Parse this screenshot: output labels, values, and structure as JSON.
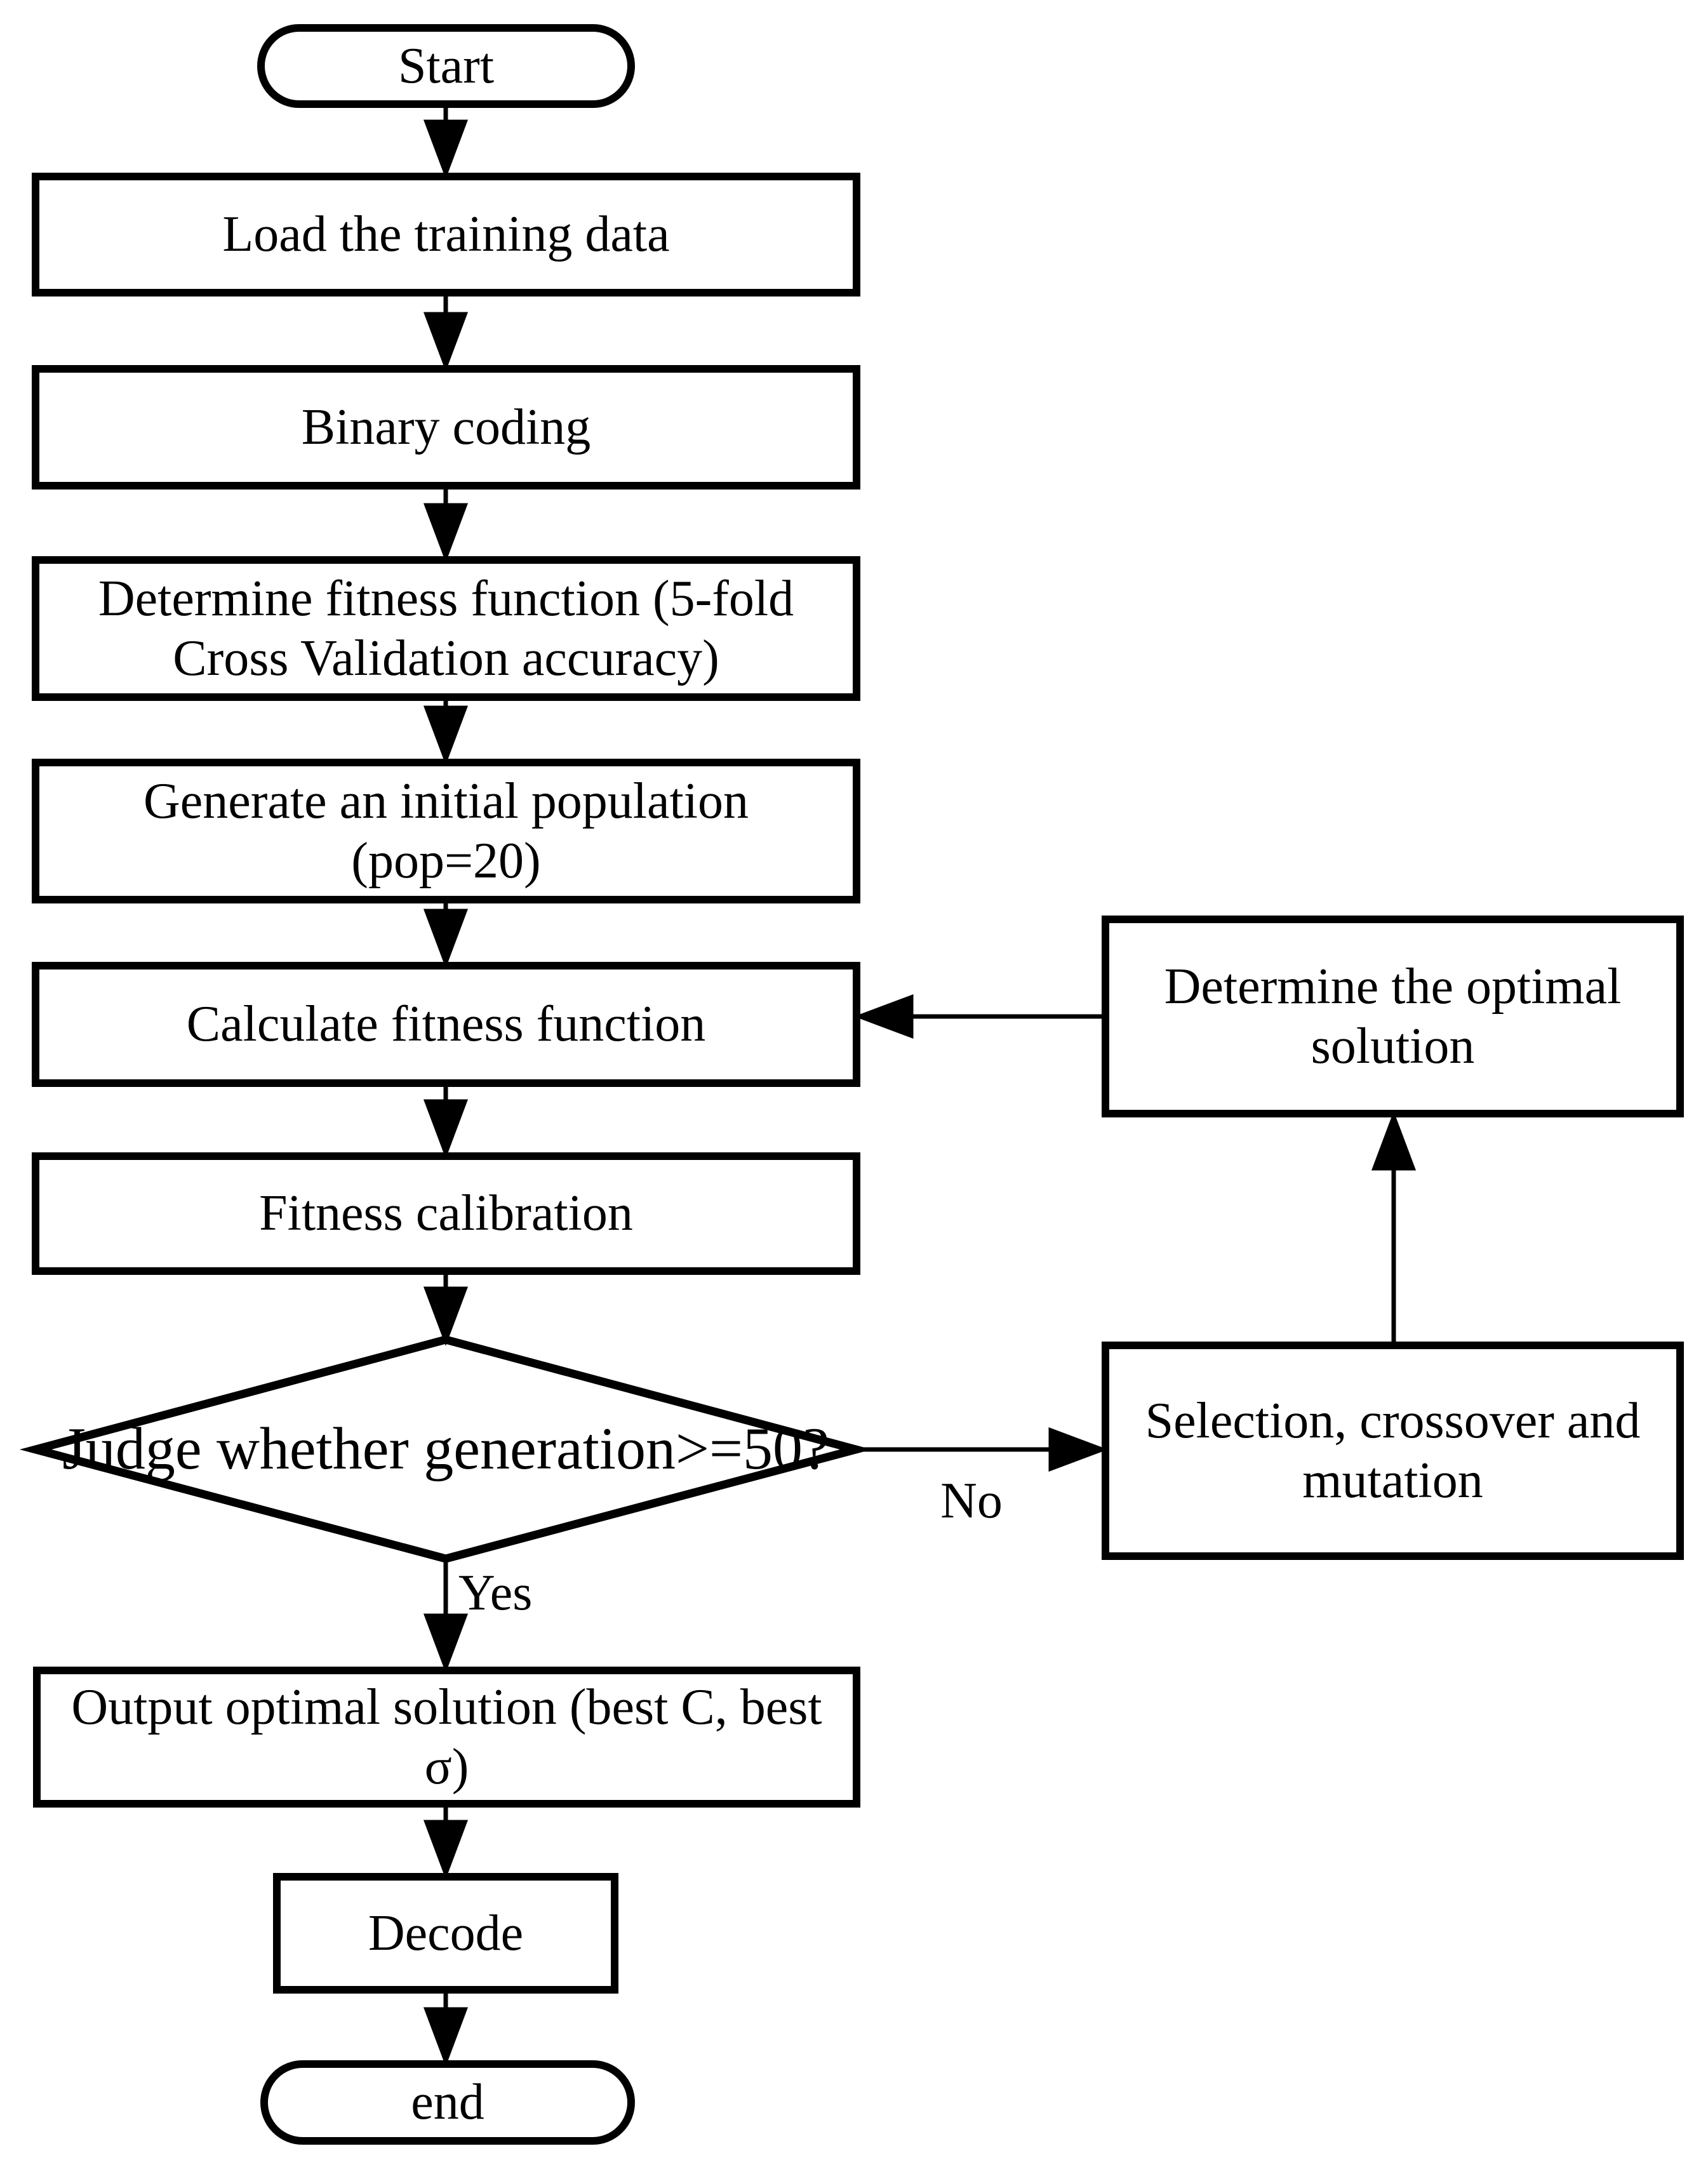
{
  "diagram": {
    "type": "flowchart",
    "colors": {
      "stroke": "#000000",
      "fill": "#ffffff",
      "text": "#000000"
    },
    "nodes": [
      {
        "id": "start",
        "shape": "terminator",
        "label": "Start",
        "lines": [
          "Start"
        ]
      },
      {
        "id": "load-data",
        "shape": "process",
        "label": "Load the training data",
        "lines": [
          "Load the training data"
        ]
      },
      {
        "id": "binary-coding",
        "shape": "process",
        "label": "Binary coding",
        "lines": [
          "Binary coding"
        ]
      },
      {
        "id": "fitness-function",
        "shape": "process",
        "label": "Determine fitness function (5-fold Cross Validation accuracy)",
        "lines": [
          "Determine fitness function (5-fold",
          "Cross Validation accuracy)"
        ]
      },
      {
        "id": "initial-population",
        "shape": "process",
        "label": "Generate an initial population (pop=20)",
        "lines": [
          "Generate an initial population",
          "(pop=20)"
        ]
      },
      {
        "id": "calculate-fitness",
        "shape": "process",
        "label": "Calculate fitness function",
        "lines": [
          "Calculate fitness function"
        ]
      },
      {
        "id": "fitness-calibration",
        "shape": "process",
        "label": "Fitness calibration",
        "lines": [
          "Fitness calibration"
        ]
      },
      {
        "id": "judge-generation",
        "shape": "decision",
        "label": "Judge whether generation>=50?",
        "lines": [
          "Judge whether generation>=50?"
        ]
      },
      {
        "id": "output-solution",
        "shape": "process",
        "label": "Output optimal solution (best C, best σ)",
        "lines": [
          "Output optimal solution (best C, best",
          "σ)"
        ]
      },
      {
        "id": "decode",
        "shape": "process",
        "label": "Decode",
        "lines": [
          "Decode"
        ]
      },
      {
        "id": "end",
        "shape": "terminator",
        "label": "end",
        "lines": [
          "end"
        ]
      },
      {
        "id": "selection-crossover-mutation",
        "shape": "process",
        "label": "Selection, crossover and mutation",
        "lines": [
          "Selection, crossover and",
          "mutation"
        ]
      },
      {
        "id": "determine-optimal",
        "shape": "process",
        "label": "Determine the optimal solution",
        "lines": [
          "Determine the optimal",
          "solution"
        ]
      }
    ],
    "edge_labels": {
      "yes": "Yes",
      "no": "No"
    }
  }
}
